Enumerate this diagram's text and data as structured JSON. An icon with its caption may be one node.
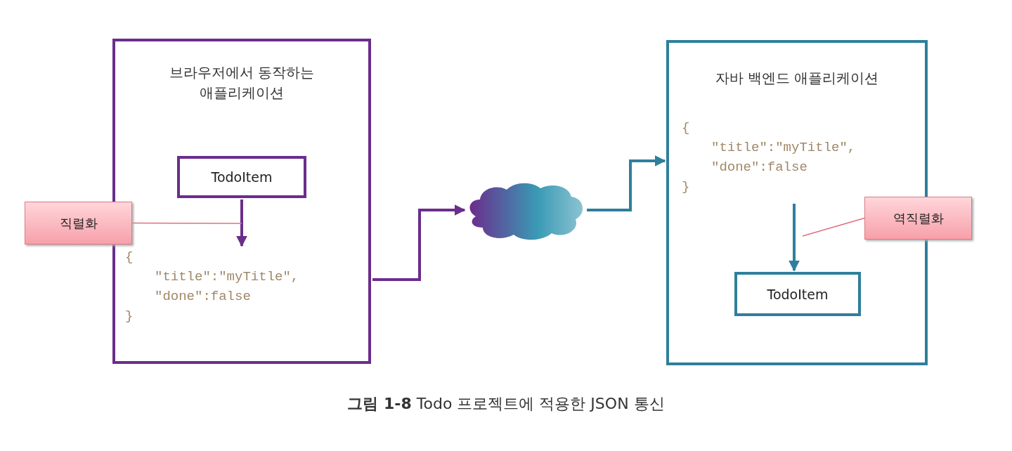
{
  "diagram": {
    "caption": "**그림 1-8**  Todo 프로젝트에 적용한 JSON 통신",
    "nodes": [
      {
        "text": [
          "브라우저에서 동작하는 애플리케이션"
        ]
      },
      {
        "text": [
          "TodoItem"
        ],
        "in": 0
      },
      {
        "text": [
          "{",
          "\"title\":\"myTitle\",",
          "\"done\":false",
          "}"
        ],
        "in": 0
      },
      {
        "text": [
          "직렬화"
        ]
      },
      {
        "text": [],
        "shape": "cloud"
      },
      {
        "text": [
          "자바 백엔드 애플리케이션"
        ]
      },
      {
        "text": [
          "{",
          "\"title\":\"myTitle\",",
          "\"done\":false",
          "}"
        ],
        "in": 5
      },
      {
        "text": [
          "TodoItem"
        ],
        "in": 5
      },
      {
        "text": [
          "역직렬화"
        ]
      }
    ],
    "edges": [
      {
        "from": 1,
        "to": 2,
        "arrow": "to",
        "color": "#6b2d8c"
      },
      {
        "from": 3,
        "to": null,
        "arrow": "none",
        "color": "#e0707e"
      },
      {
        "from": 0,
        "to": 4,
        "arrow": "to",
        "color": "#6b2d8c"
      },
      {
        "from": 4,
        "to": 5,
        "arrow": "to",
        "color": "#2f7f9b"
      },
      {
        "from": 6,
        "to": 7,
        "arrow": "to",
        "color": "#2f7f9b"
      },
      {
        "from": 8,
        "to": null,
        "arrow": "none",
        "color": "#e0707e"
      }
    ]
  }
}
